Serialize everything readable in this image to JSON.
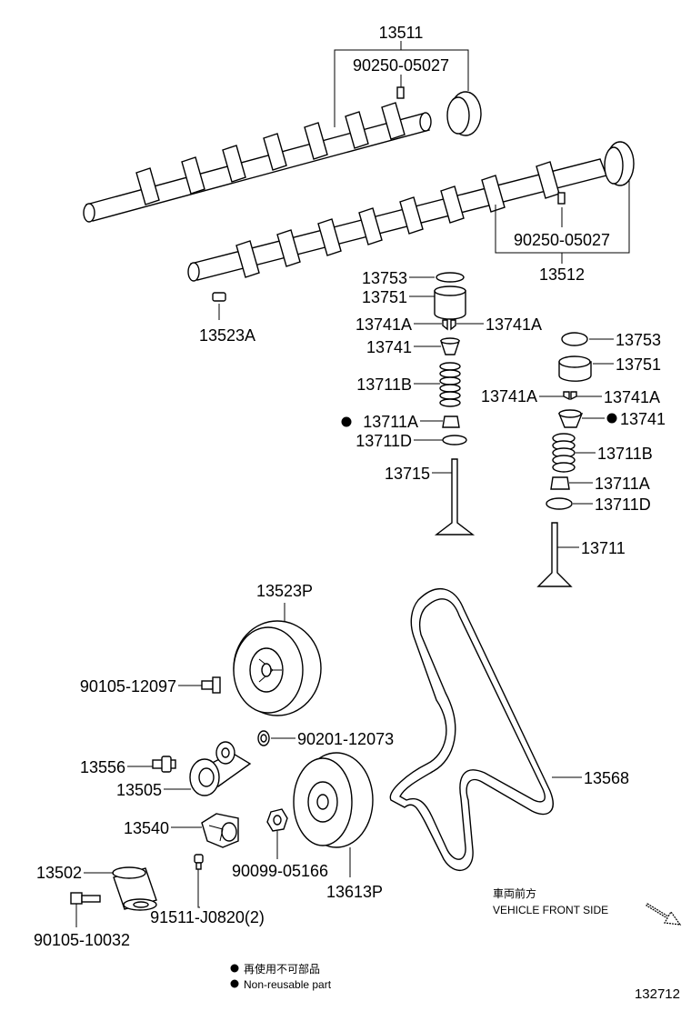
{
  "labels": {
    "p13511": "13511",
    "p90250a": "90250-05027",
    "p90250b": "90250-05027",
    "p13512": "13512",
    "p13523A": "13523A",
    "l13753": "13753",
    "l13751": "13751",
    "l13741A_1": "13741A",
    "l13741A_2": "13741A",
    "l13741": "13741",
    "l13711B": "13711B",
    "l13711A": "13711A",
    "l13711D": "13711D",
    "l13715": "13715",
    "r13753": "13753",
    "r13751": "13751",
    "r13741A_1": "13741A",
    "r13741A_2": "13741A",
    "r13741": "13741",
    "r13711B": "13711B",
    "r13711A": "13711A",
    "r13711D": "13711D",
    "r13711": "13711",
    "p13523P": "13523P",
    "p90105a": "90105-12097",
    "p90201": "90201-12073",
    "p13556": "13556",
    "p13505": "13505",
    "p13568": "13568",
    "p13540": "13540",
    "p13502": "13502",
    "p90099": "90099-05166",
    "p13613P": "13613P",
    "p91511": "91511-J0820(2)",
    "p90105b": "90105-10032"
  },
  "direction": {
    "jp": "車両前方",
    "en": "VEHICLE FRONT SIDE"
  },
  "legend": {
    "jp": "再使用不可部品",
    "en": "Non-reusable part"
  },
  "diagram_id": "132712",
  "icons": [
    "non-reusable-dot-icon",
    "front-direction-arrow-icon"
  ]
}
